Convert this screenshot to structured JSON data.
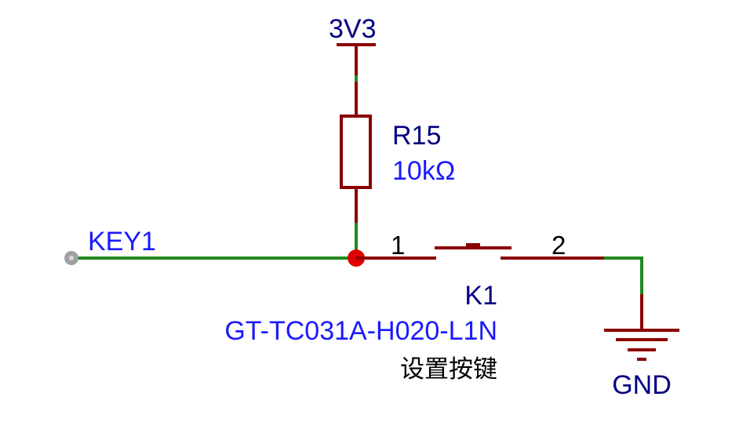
{
  "colors": {
    "wire": "#1f8a1f",
    "component": "#8b0000",
    "designator": "#000080",
    "value": "#1a1aff",
    "note": "#000000",
    "junction": "#e00000",
    "port": "#a0a0a0"
  },
  "power": {
    "vcc_label": "3V3",
    "gnd_label": "GND"
  },
  "resistor": {
    "designator": "R15",
    "value": "10kΩ"
  },
  "net": {
    "label": "KEY1"
  },
  "switch": {
    "designator": "K1",
    "part_number": "GT-TC031A-H020-L1N",
    "description": "设置按键",
    "pin1": "1",
    "pin2": "2"
  }
}
